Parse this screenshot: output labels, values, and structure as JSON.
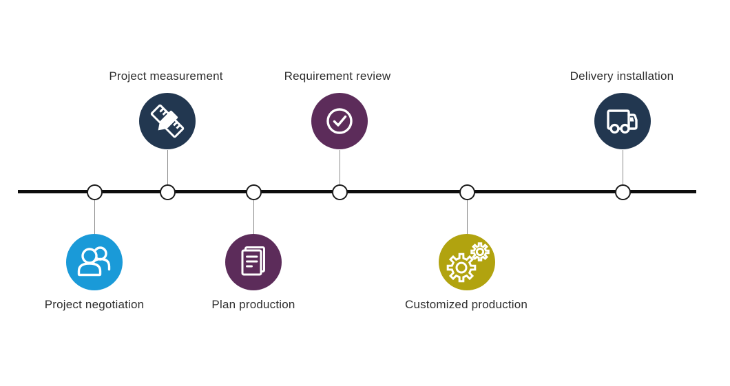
{
  "diagram": {
    "type": "process-timeline",
    "background_color": "#ffffff",
    "timeline": {
      "line_color": "#0d0d0d",
      "node_fill": "#ffffff",
      "node_border_color": "#1a1a1a",
      "connector_color": "#8a8a8a"
    },
    "label_color": "#2d2d2d",
    "steps": [
      {
        "label": "Project negotiation",
        "icon": "people-icon",
        "color": "#1a9ad8",
        "position": "below"
      },
      {
        "label": "Project measurement",
        "icon": "ruler-pencil-icon",
        "color": "#223750",
        "position": "above"
      },
      {
        "label": "Plan production",
        "icon": "document-icon",
        "color": "#5c2c5a",
        "position": "below"
      },
      {
        "label": "Requirement review",
        "icon": "check-circle-icon",
        "color": "#5c2c5a",
        "position": "above"
      },
      {
        "label": "Customized production",
        "icon": "gears-icon",
        "color": "#b1a30f",
        "position": "below"
      },
      {
        "label": "Delivery installation",
        "icon": "truck-icon",
        "color": "#223750",
        "position": "above"
      }
    ]
  }
}
